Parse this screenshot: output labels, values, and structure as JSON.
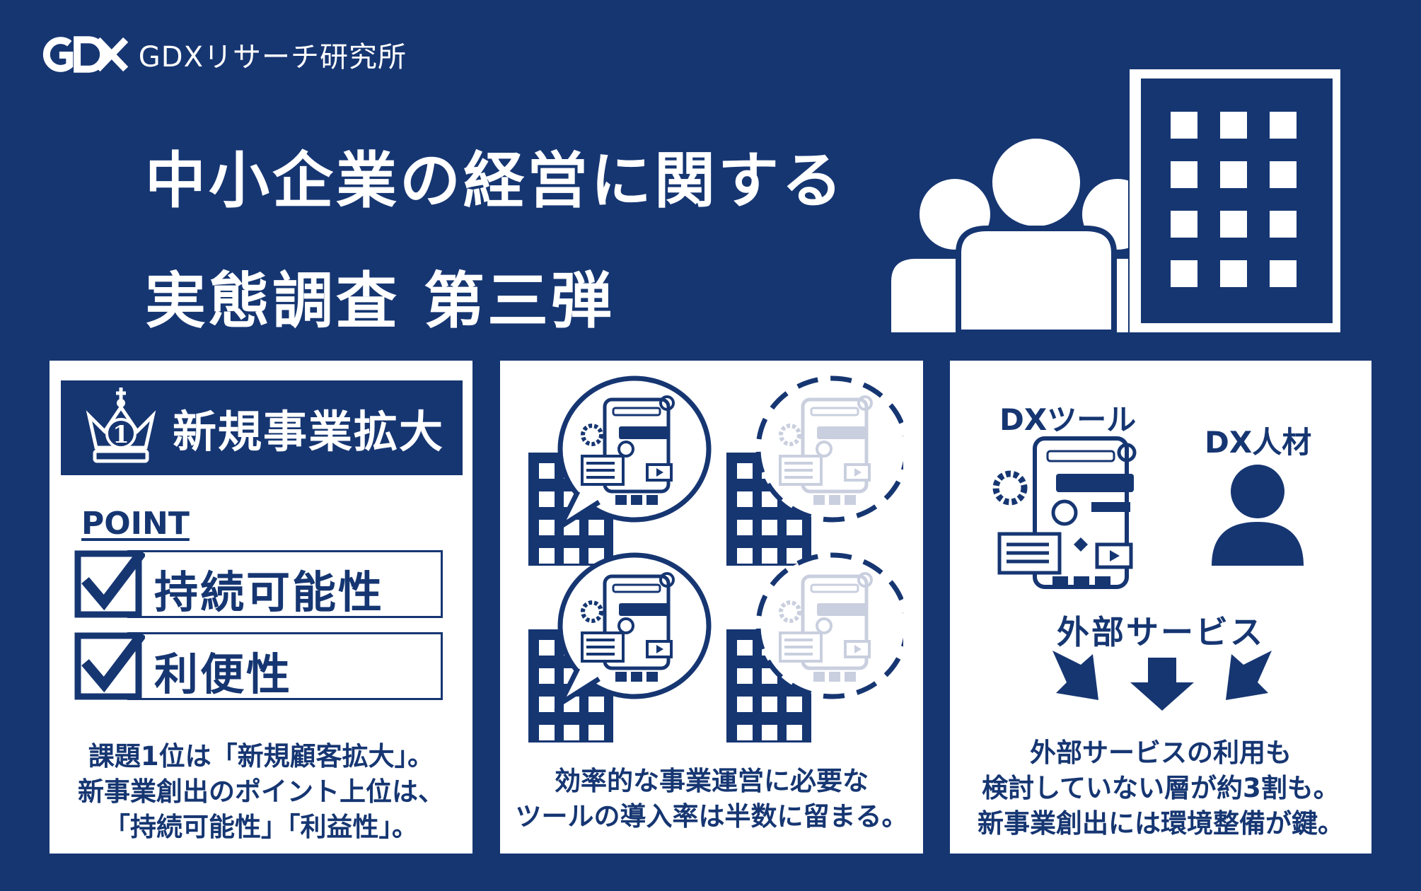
{
  "header": {
    "logo_text": "GDXリサーチ研究所",
    "title_line1": "中小企業の経営に関する",
    "title_line2": "実態調査 第三弾"
  },
  "panel1": {
    "rank_number": "1",
    "rank_title": "新規事業拡大",
    "point_label": "POINT",
    "points": [
      {
        "label": "持続可能性",
        "checked": true
      },
      {
        "label": "利便性",
        "checked": true
      }
    ],
    "summary": [
      "課題1位は「新規顧客拡大」。",
      "新事業創出のポイント上位は、",
      "「持続可能性」「利益性」。"
    ]
  },
  "panel2": {
    "summary": [
      "効率的な事業運営に必要な",
      "ツールの導入率は半数に留まる。"
    ]
  },
  "panel3": {
    "dx_tool_label": "DXツール",
    "dx_talent_label": "DX人材",
    "ext_service_label": "外部サービス",
    "summary": [
      "外部サービスの利用も",
      "検討していない層が約3割も。",
      "新事業創出には環境整備が鍵。"
    ]
  },
  "colors": {
    "navy": "#163672",
    "white": "#ffffff",
    "faded": "#c9cfde"
  }
}
